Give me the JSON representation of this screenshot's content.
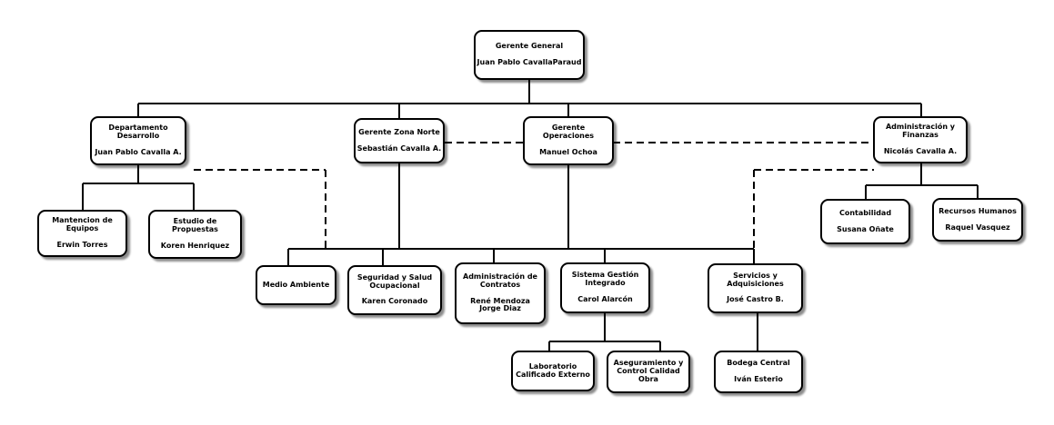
{
  "theme": {
    "line": "#000000",
    "box_border": "#000000",
    "box_fill": "#ffffff"
  },
  "nodes": {
    "gerente_general": {
      "title": "Gerente General",
      "name": "Juan Pablo CavallaParaud"
    },
    "depto_desarrollo": {
      "title": "Departamento\nDesarrollo",
      "name": "Juan Pablo Cavalla A."
    },
    "gerente_zona_norte": {
      "title": "Gerente Zona Norte",
      "name": "Sebastián Cavalla A."
    },
    "gerente_operaciones": {
      "title": "Gerente\nOperaciones",
      "name": "Manuel Ochoa"
    },
    "admin_finanzas": {
      "title": "Administración y\nFinanzas",
      "name": "Nicolás Cavalla A."
    },
    "mantencion": {
      "title": "Mantencion de\nEquipos",
      "name": "Erwin Torres"
    },
    "estudio_propuestas": {
      "title": "Estudio de\nPropuestas",
      "name": "Koren Henriquez"
    },
    "contabilidad": {
      "title": "Contabilidad",
      "name": "Susana Oñate"
    },
    "recursos_humanos": {
      "title": "Recursos Humanos",
      "name": "Raquel Vasquez"
    },
    "medio_ambiente": {
      "title": "Medio Ambiente",
      "name": ""
    },
    "seguridad_salud": {
      "title": "Seguridad y Salud\nOcupacional",
      "name": "Karen Coronado"
    },
    "admin_contratos": {
      "title": "Administración de\nContratos",
      "name": "René Mendoza\nJorge Diaz"
    },
    "sistema_gestion": {
      "title": "Sistema Gestión\nIntegrado",
      "name": "Carol Alarcón"
    },
    "servicios_adquisiciones": {
      "title": "Servicios y\nAdquisiciones",
      "name": "José Castro B."
    },
    "laboratorio": {
      "title": "Laboratorio\nCalificado Externo",
      "name": ""
    },
    "aseguramiento": {
      "title": "Aseguramiento y\nControl Calidad\nObra",
      "name": ""
    },
    "bodega_central": {
      "title": "Bodega Central",
      "name": "Iván Esterio"
    }
  }
}
